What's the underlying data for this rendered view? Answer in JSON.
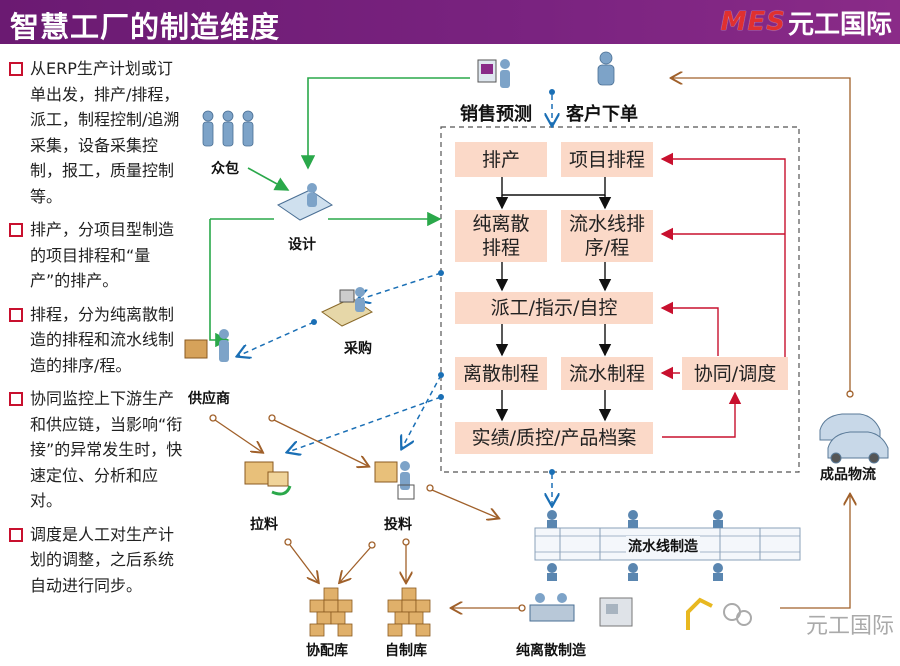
{
  "header": {
    "title": "智慧工厂的制造维度",
    "logo_mes": "MES",
    "logo_brand": "元工国际"
  },
  "bullets": [
    "从ERP生产计划或订单出发，排产/排程，派工，制程控制/追溯采集，设备采集控制，报工，质量控制等。",
    "排产，分项目型制造的项目排程和“量产”的排产。",
    "排程，分为纯离散制造的排程和流水线制造的排序/程。",
    "协同监控上下游生产和供应链，当影响“衔接”的异常发生时，快速定位、分析和应对。",
    "调度是人工对生产计划的调整，之后系统自动进行同步。"
  ],
  "nodes": {
    "sales": "销售预测",
    "customer": "客户下单",
    "crowd": "众包",
    "design": "设计",
    "purchase": "采购",
    "supplier": "供应商",
    "pull": "拉料",
    "feed": "投料",
    "coop_store": "协配库",
    "self_store": "自制库",
    "discrete_mfg": "纯离散制造",
    "line_mfg": "流水线制造",
    "logistics": "成品物流"
  },
  "boxes": {
    "schedule": "排产",
    "project": "项目排程",
    "discrete_plan": "纯离散排程",
    "line_plan": "流水线排序/程",
    "dispatch": "派工/指示/自控",
    "discrete_proc": "离散制程",
    "line_proc": "流水制程",
    "coord": "协同/调度",
    "result": "实绩/质控/产品档案"
  },
  "watermark": "元工国际",
  "colors": {
    "header": "#6b1a72",
    "box": "#fbd9c8",
    "green": "#2aa84a",
    "blue": "#1a6fb5",
    "brown": "#a0602a",
    "red": "#c8102e"
  }
}
